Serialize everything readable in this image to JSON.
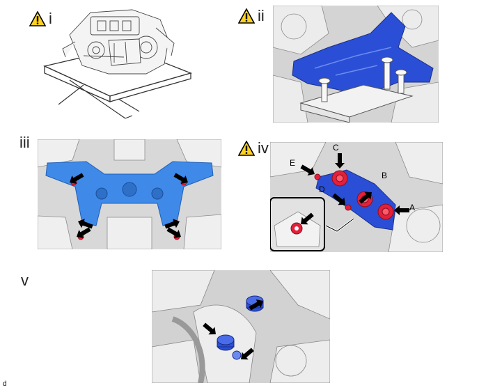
{
  "steps": [
    {
      "label": "i",
      "warning": true
    },
    {
      "label": "ii",
      "warning": true
    },
    {
      "label": "iii",
      "warning": false
    },
    {
      "label": "iv",
      "warning": true
    },
    {
      "label": "v",
      "warning": false
    }
  ],
  "callouts": {
    "a": "A",
    "b": "B",
    "c": "C",
    "d": "D",
    "e": "E"
  },
  "figure_id": "d",
  "icons": {
    "warning": "warning-triangle-icon",
    "arrow": "black-arrow-icon"
  },
  "colors": {
    "highlight_blue": "#2a4fd6",
    "bolt_red": "#e3203a",
    "light_blue": "#3f8ae8",
    "warning_yellow": "#ffd21f"
  }
}
